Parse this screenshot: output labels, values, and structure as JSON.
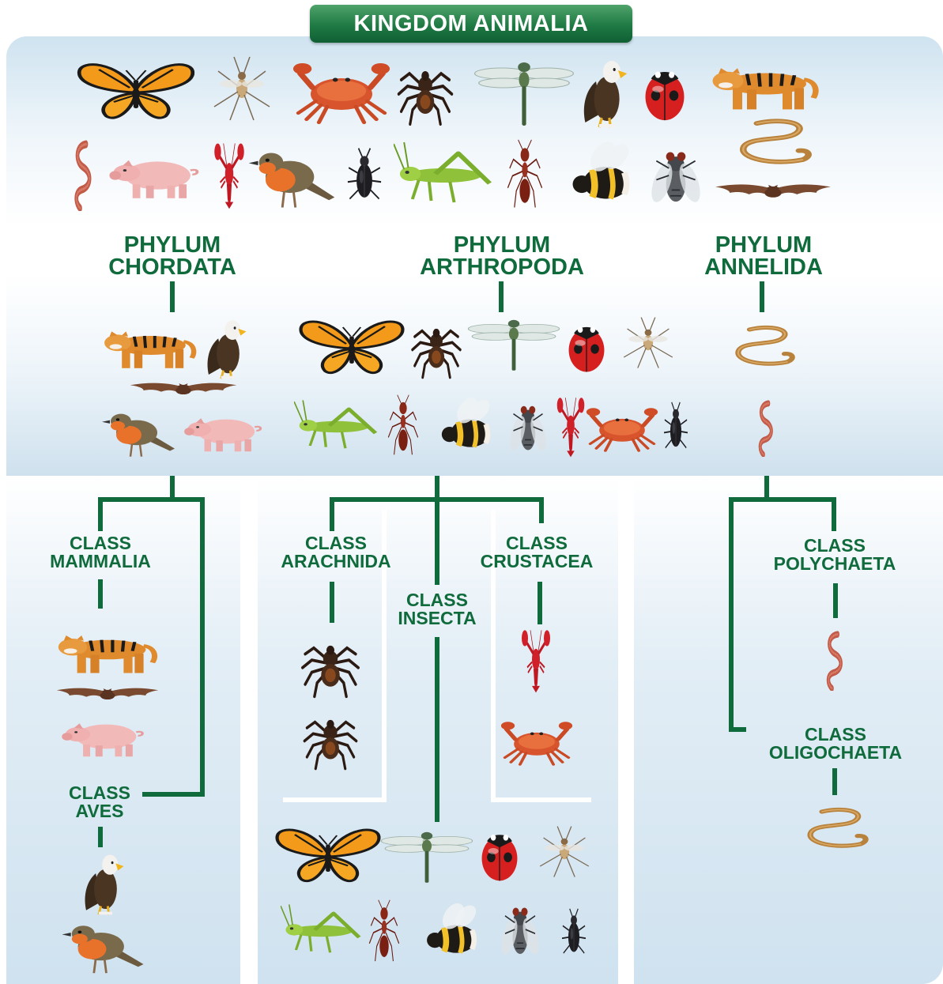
{
  "title": "KINGDOM ANIMALIA",
  "phyla": [
    {
      "line1": "PHYLUM",
      "line2": "CHORDATA"
    },
    {
      "line1": "PHYLUM",
      "line2": "ARTHROPODA"
    },
    {
      "line1": "PHYLUM",
      "line2": "ANNELIDA"
    }
  ],
  "classes": {
    "mammalia": {
      "line1": "CLASS",
      "line2": "MAMMALIA"
    },
    "aves": {
      "line1": "CLASS",
      "line2": "AVES"
    },
    "arachnida": {
      "line1": "CLASS",
      "line2": "ARACHNIDA"
    },
    "insecta": {
      "line1": "CLASS",
      "line2": "INSECTA"
    },
    "crustacea": {
      "line1": "CLASS",
      "line2": "CRUSTACEA"
    },
    "polychaeta": {
      "line1": "CLASS",
      "line2": "POLYCHAETA"
    },
    "oligochaeta": {
      "line1": "CLASS",
      "line2": "OLIGOCHAETA"
    }
  },
  "colors": {
    "line": "#0f6b3c",
    "label": "#0f6b3c",
    "banner": "#1f7a44",
    "panel": "#cfe2ef"
  },
  "animal_icons": [
    "butterfly-icon",
    "mosquito-icon",
    "crab-icon",
    "spider-icon",
    "dragonfly-icon",
    "eagle-icon",
    "ladybird-icon",
    "tiger-icon",
    "worm-icon",
    "pig-icon",
    "lobster-icon",
    "robin-icon",
    "beetle-icon",
    "grasshopper-icon",
    "ant-icon",
    "bee-icon",
    "fly-icon",
    "roundworm-icon",
    "bat-icon"
  ]
}
